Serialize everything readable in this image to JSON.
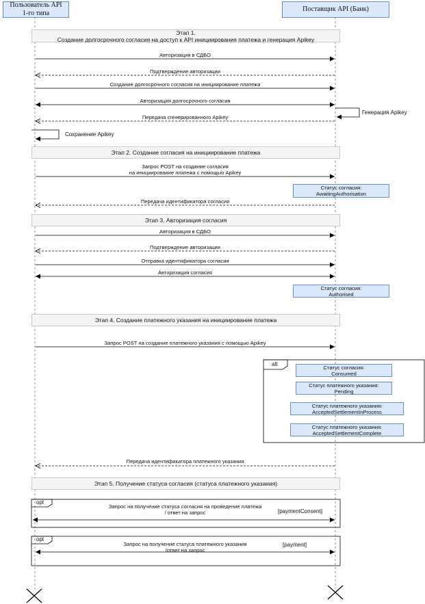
{
  "participants": {
    "user": "Пользователь API\n1-го типа",
    "provider": "Поставщик API (Банк)"
  },
  "stages": {
    "s1_line1": "Этап 1.",
    "s1_line2": "Создание долгосрочного согласия на доступ к API инициирования платежа и генерация  Apikey",
    "s2": "Этап 2. Создание согласия на инициирование платежа",
    "s3": "Этап 3. Авторизация согласия",
    "s4": "Этап 4. Создание платежного указания на инициирование платежа",
    "s5": "Этап 5. Получение статуса согласия (статуса платежного указания)"
  },
  "messages": {
    "m1": "Авторизация в СДБО",
    "m2": "Подтверждение авторизации",
    "m3": "Создание долгосрочного согласия на инициирование платежа",
    "m4": "Авторизация долгосрочного согласия",
    "m5": "Передача сгенерированного Apikey",
    "m6_line1": "Запрос POST на создание согласия",
    "m6_line2": "на инициирование платежа с помощью Apikey",
    "m7": "Передача идентификатора согласия",
    "m8": "Авторизация в СДБО",
    "m9": "Подтверждение авторизации",
    "m10": "Отправка идентификатора согласия",
    "m11": "Авторизация согласия",
    "m12": "Запрос POST на создание платежного указания с помощью Apikey",
    "m13": "Передача идентификатора платежного указания",
    "m14_line1": "Запрос на получение статуса согласия на проведение платежа",
    "m14_line2": "/ ответ на запрос",
    "m15_line1": "Запрос на получение статуса платежного указания",
    "m15_line2": "/ответ на запрос"
  },
  "self_notes": {
    "apikey_generation": "Генерация Apikey",
    "apikey_saving": "Сохранение Apikey"
  },
  "statuses": {
    "awaiting_title": "Статус согласия:",
    "awaiting_value": "AwaitingAuthorisation",
    "authorised_title": "Статус согласия:",
    "authorised_value": "Authorised",
    "consumed_title": "Статус согласия:",
    "consumed_value": "Consumed",
    "pending_title": "Статус платежного указания:",
    "pending_value": "Pending",
    "in_process_title": "Статус платежного указания:",
    "in_process_value": "AcceptedSettlementInProcess",
    "complete_title": "Статус платежного указания:",
    "complete_value": "AcceptedSettlementComplete"
  },
  "frames": {
    "alt": "alt",
    "opt1": "opt",
    "opt2": "opt",
    "opt1_condition": "[paymentConsent]",
    "opt2_condition": "[payment]"
  },
  "colors": {
    "participant_fill": "#dae8fc",
    "participant_stroke": "#6c8ebf",
    "stage_fill": "#f5f5f5",
    "line": "#000000"
  }
}
